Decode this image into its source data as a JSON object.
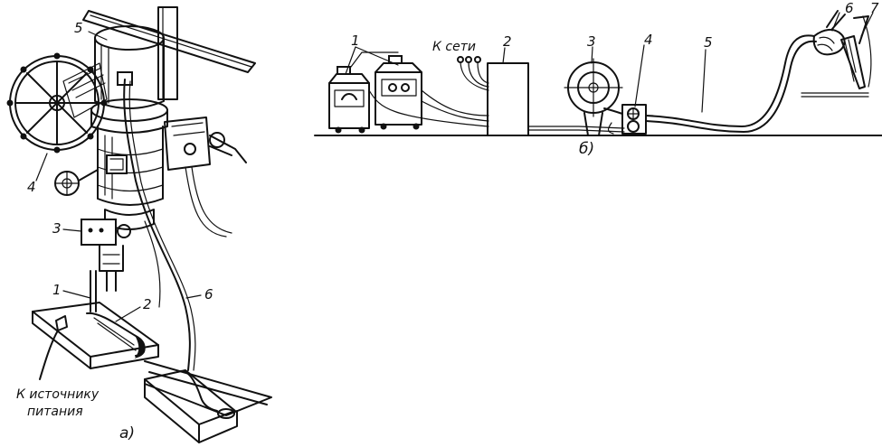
{
  "left_figure": {
    "labels": [
      "1",
      "2",
      "3",
      "4",
      "5",
      "6"
    ],
    "power_note_line1": "К источнику",
    "power_note_line2": "питания",
    "subfig": "а)"
  },
  "right_figure": {
    "labels": [
      "1",
      "2",
      "3",
      "4",
      "5",
      "6",
      "7"
    ],
    "mains_note": "К сети",
    "subfig": "б)"
  }
}
